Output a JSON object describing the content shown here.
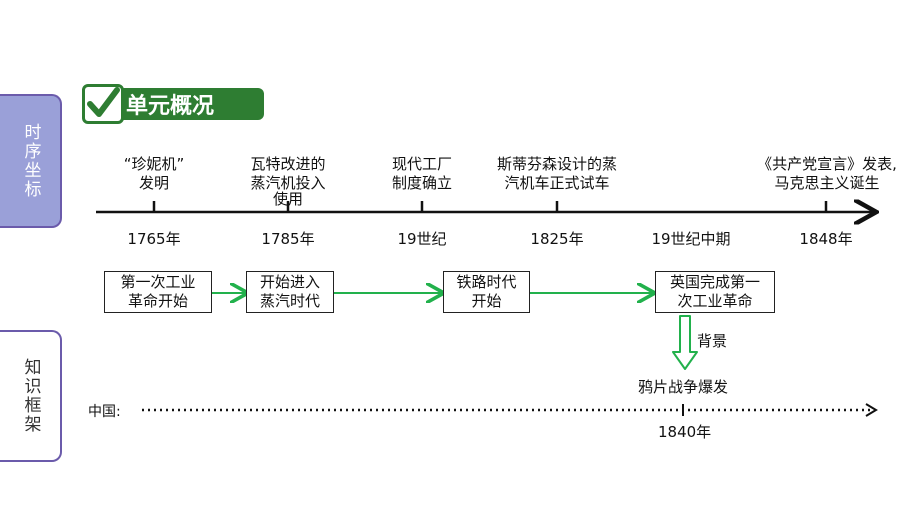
{
  "sidebar": {
    "tab_timeline": "时序坐标",
    "tab_framework": "知识框架"
  },
  "header": {
    "title": "单元概况"
  },
  "timeline": {
    "events": [
      {
        "line1": "“珍妮机”",
        "line2": "发明"
      },
      {
        "line1": "瓦特改进的",
        "line2": "蒸汽机投入",
        "line3": "使用"
      },
      {
        "line1": "现代工厂",
        "line2": "制度确立"
      },
      {
        "line1": "斯蒂芬森设计的蒸",
        "line2": "汽机车正式试车"
      },
      {
        "line1": "《共产党宣言》发表,",
        "line2": "马克思主义诞生"
      }
    ],
    "years": [
      "1765年",
      "1785年",
      "19世纪",
      "1825年",
      "19世纪中期",
      "1848年"
    ]
  },
  "framework": {
    "boxes": [
      {
        "line1": "第一次工业",
        "line2": "革命开始"
      },
      {
        "line1": "开始进入",
        "line2": "蒸汽时代"
      },
      {
        "line1": "铁路时代",
        "line2": "开始"
      },
      {
        "line1": "英国完成第一",
        "line2": "次工业革命"
      }
    ],
    "background_label": "背景",
    "opium_war": "鸦片战争爆发"
  },
  "china": {
    "label": "中国:",
    "year": "1840年"
  },
  "colors": {
    "accent_green": "#2e7d32",
    "arrow_green": "#22b14c",
    "tab_purple": "#9aa0d8"
  }
}
